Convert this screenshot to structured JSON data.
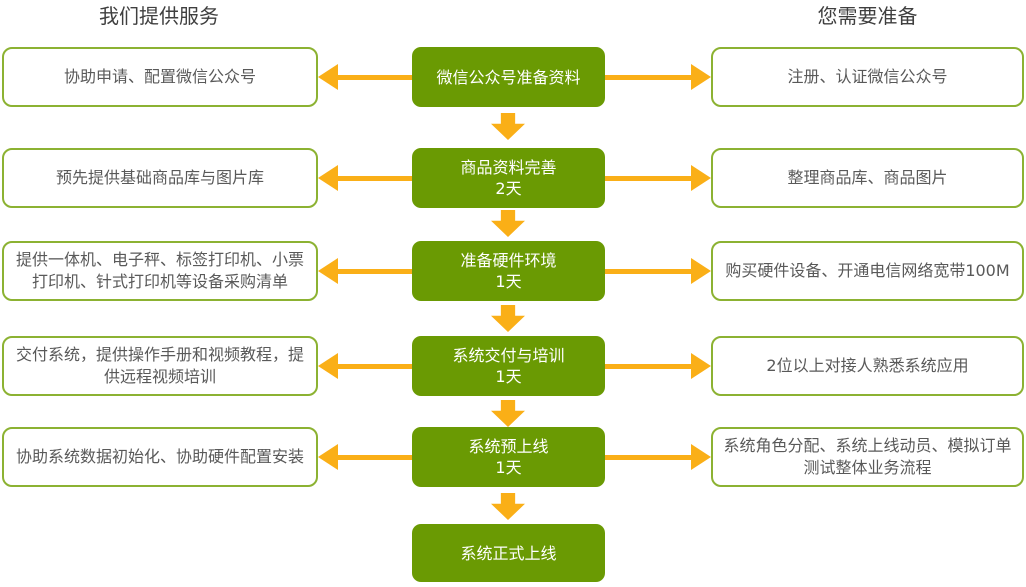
{
  "headers": {
    "left": "我们提供服务",
    "right": "您需要准备"
  },
  "colors": {
    "green": "#6a9a03",
    "box-border": "#8cb232",
    "arrow": "#faaf17",
    "box-text": "#595959",
    "header-text": "#3f3f3f",
    "step-text": "#ffffff"
  },
  "rows": [
    {
      "left": "协助申请、配置微信公众号",
      "center": "微信公众号准备资料",
      "right": "注册、认证微信公众号"
    },
    {
      "left": "预先提供基础商品库与图片库",
      "center": "商品资料完善",
      "duration": "2天",
      "right": "整理商品库、商品图片"
    },
    {
      "left": "提供一体机、电子秤、标签打印机、小票打印机、针式打印机等设备采购清单",
      "center": "准备硬件环境",
      "duration": "1天",
      "right": "购买硬件设备、开通电信网络宽带100M"
    },
    {
      "left": "交付系统，提供操作手册和视频教程，提供远程视频培训",
      "center": "系统交付与培训",
      "duration": "1天",
      "right": "2位以上对接人熟悉系统应用"
    },
    {
      "left": "协助系统数据初始化、协助硬件配置安装",
      "center": "系统预上线",
      "duration": "1天",
      "right": "系统角色分配、系统上线动员、模拟订单测试整体业务流程"
    }
  ],
  "final_step": {
    "label": "系统正式上线"
  }
}
